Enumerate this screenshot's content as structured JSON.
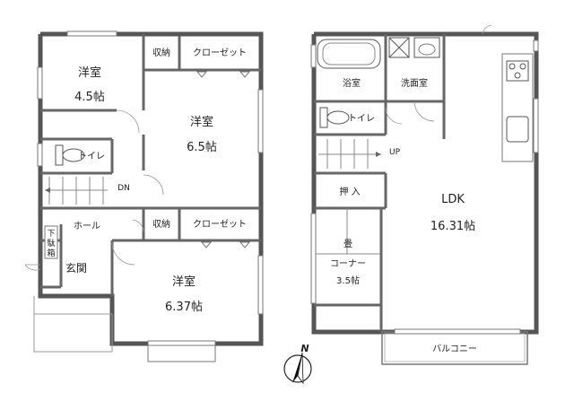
{
  "floor1": {
    "rooms": {
      "youshitsu_nw": {
        "name": "洋室",
        "size": "4.5帖"
      },
      "youshitsu_ne": {
        "name": "洋室",
        "size": "6.5帖"
      },
      "youshitsu_s": {
        "name": "洋室",
        "size": "6.37帖"
      },
      "storage_1": "収納",
      "closet_1": "クローゼット",
      "storage_2": "収納",
      "closet_2": "クローゼット",
      "toilet": "トイレ",
      "stairs_label": "DN",
      "hall": "ホール",
      "shoe_box": [
        "下",
        "駄",
        "箱"
      ],
      "entrance": "玄関"
    }
  },
  "floor2": {
    "rooms": {
      "bath": "浴室",
      "washroom": "洗面室",
      "toilet": "トイレ",
      "stairs_label": "UP",
      "oshiire": "押 入",
      "tatami_1": "畳",
      "tatami_2": "コーナー",
      "tatami_size": "3.5帖",
      "ldk_name": "LDK",
      "ldk_size": "16.31帖",
      "balcony": "バルコニー"
    }
  },
  "compass": {
    "label": "N"
  }
}
